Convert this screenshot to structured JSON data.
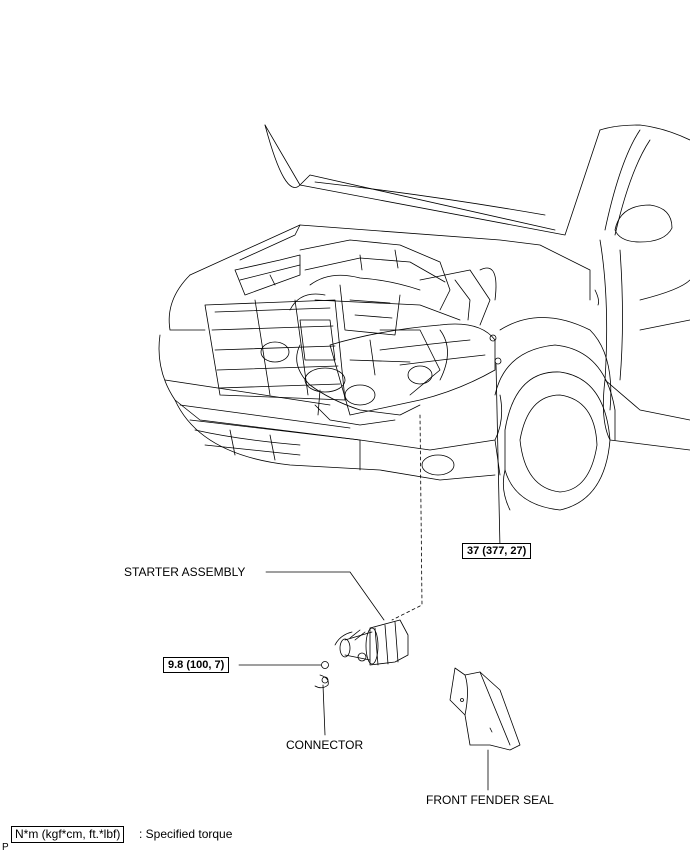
{
  "labels": {
    "starter_assembly": "STARTER ASSEMBLY",
    "connector": "CONNECTOR",
    "front_fender_seal": "FRONT FENDER SEAL"
  },
  "torques": {
    "nut_body": "37 (377, 27)",
    "terminal_nut": "9.8 (100, 7)"
  },
  "legend": {
    "box_text": "N*m (kgf*cm, ft.*lbf)",
    "description": ": Specified torque"
  },
  "corner_mark": "P"
}
